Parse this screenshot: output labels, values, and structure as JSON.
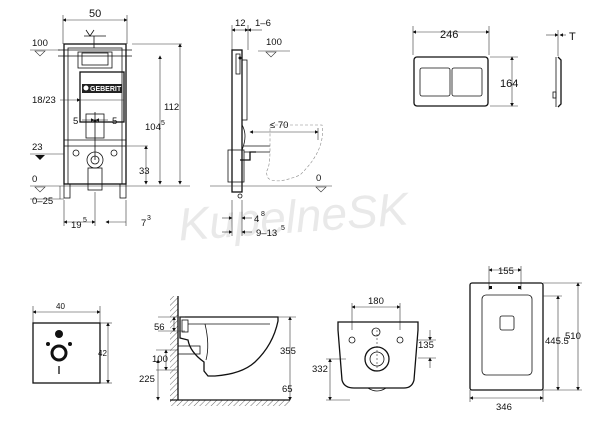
{
  "watermark": "KupelneSK",
  "frame_top": {
    "dim_width": "50",
    "dim_height_total": "112",
    "dim_height_frame": "104",
    "dim_height_frame_sup": "5",
    "level_100": "100",
    "level_0": "0",
    "level_0_25": "0–25",
    "dim_18_23": "18/23",
    "dim_5_left": "5",
    "dim_5_right": "5",
    "level_23": "23",
    "dim_33": "33",
    "dim_19": "19",
    "dim_19_sup": "5",
    "dim_7": "7",
    "dim_7_sup": "3",
    "brand": "GEBERIT"
  },
  "frame_side": {
    "dim_12": "12",
    "dim_1_6": "1–6",
    "level_100": "100",
    "dim_max_70": "≤ 70",
    "level_0": "0",
    "dim_4": "4",
    "dim_4_sup": "8",
    "dim_9_13": "9–13",
    "dim_9_13_sup": "5"
  },
  "plate": {
    "dim_width": "246",
    "dim_height": "164",
    "dim_thickness": "T"
  },
  "cover": {
    "dim_width": "40",
    "dim_height": "42"
  },
  "bowl_side": {
    "dim_56": "56",
    "dim_100": "100",
    "dim_225": "225",
    "dim_355": "355",
    "dim_65": "65"
  },
  "bowl_back": {
    "dim_180": "180",
    "dim_135": "135",
    "dim_332": "332"
  },
  "bowl_top": {
    "dim_155": "155",
    "dim_510": "510",
    "dim_445": "445.5",
    "dim_346": "346"
  }
}
